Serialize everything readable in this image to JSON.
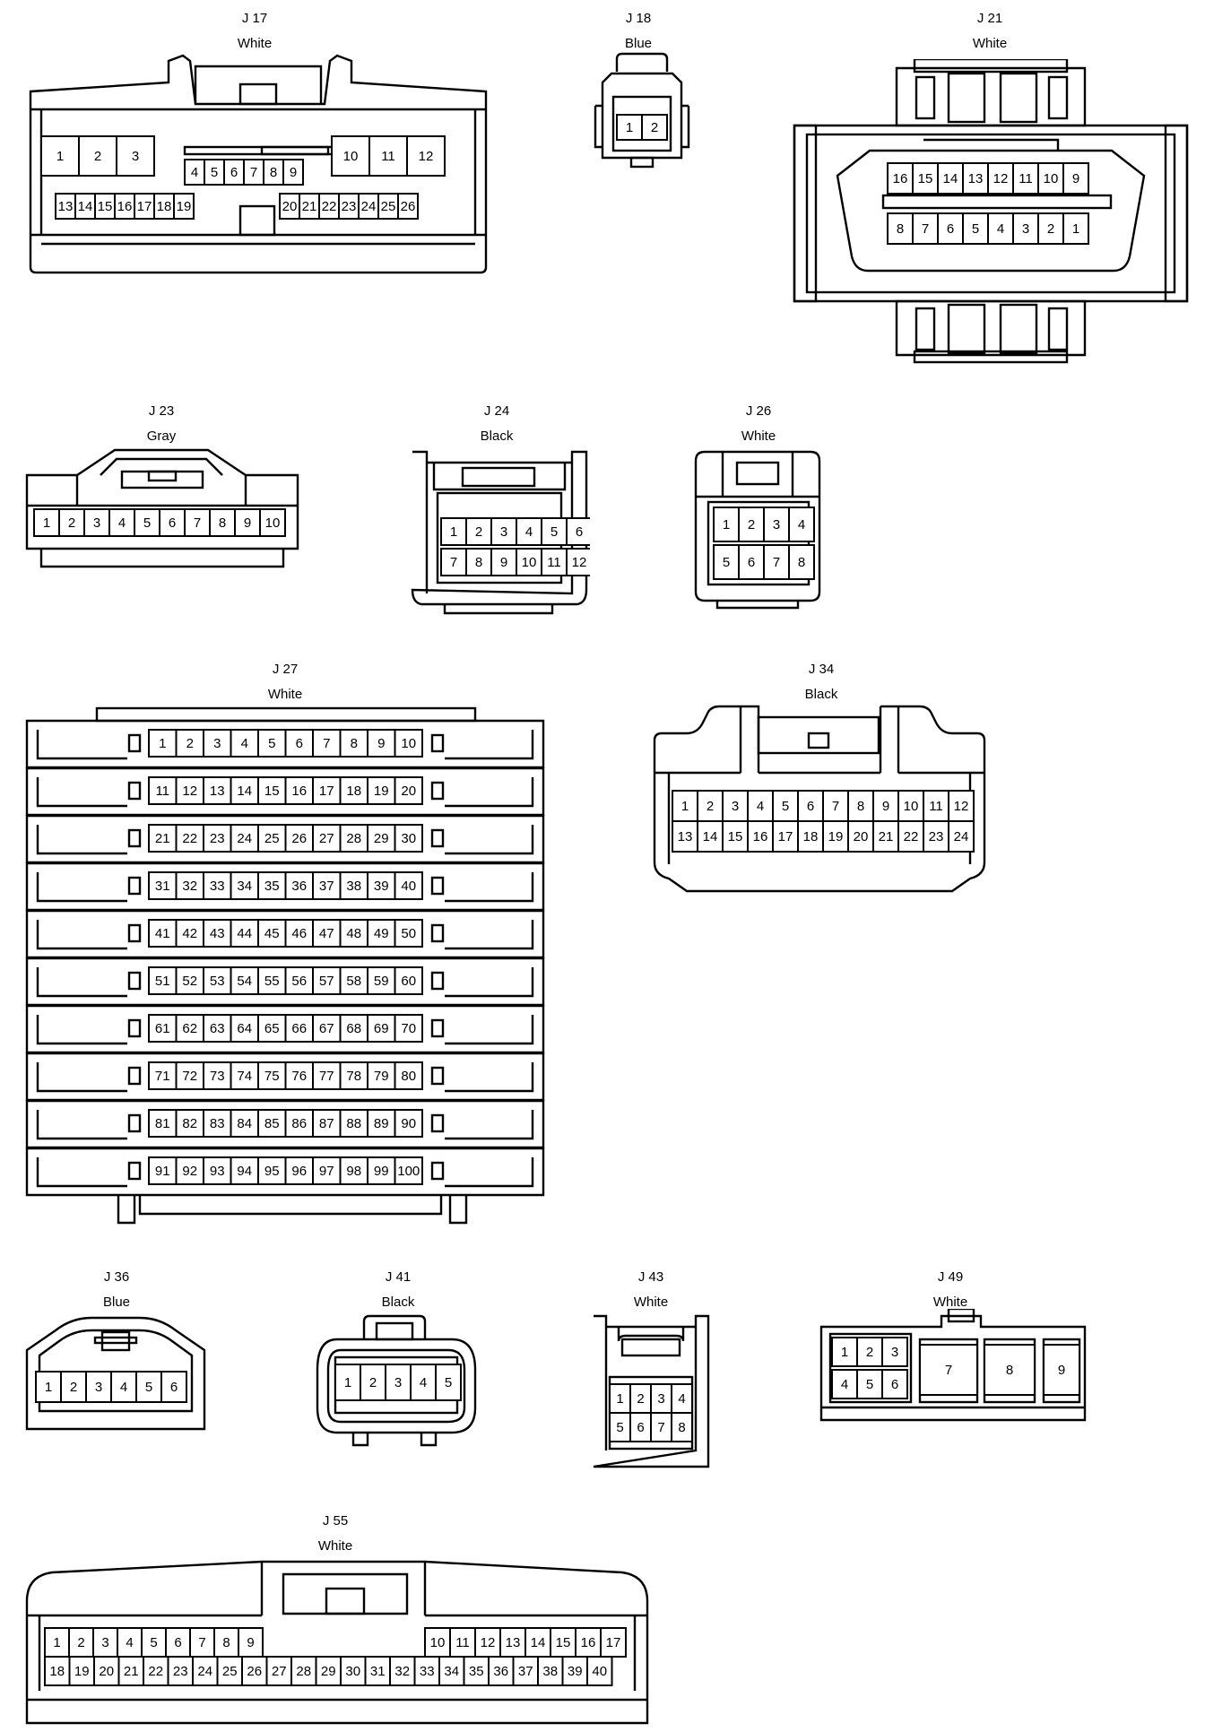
{
  "connectors": [
    {
      "id": "J 17",
      "color": "White"
    },
    {
      "id": "J 18",
      "color": "Blue"
    },
    {
      "id": "J 21",
      "color": "White"
    },
    {
      "id": "J 23",
      "color": "Gray"
    },
    {
      "id": "J 24",
      "color": "Black"
    },
    {
      "id": "J 26",
      "color": "White"
    },
    {
      "id": "J 27",
      "color": "White"
    },
    {
      "id": "J 34",
      "color": "Black"
    },
    {
      "id": "J 36",
      "color": "Blue"
    },
    {
      "id": "J 41",
      "color": "Black"
    },
    {
      "id": "J 43",
      "color": "White"
    },
    {
      "id": "J 49",
      "color": "White"
    },
    {
      "id": "J 55",
      "color": "White"
    }
  ]
}
